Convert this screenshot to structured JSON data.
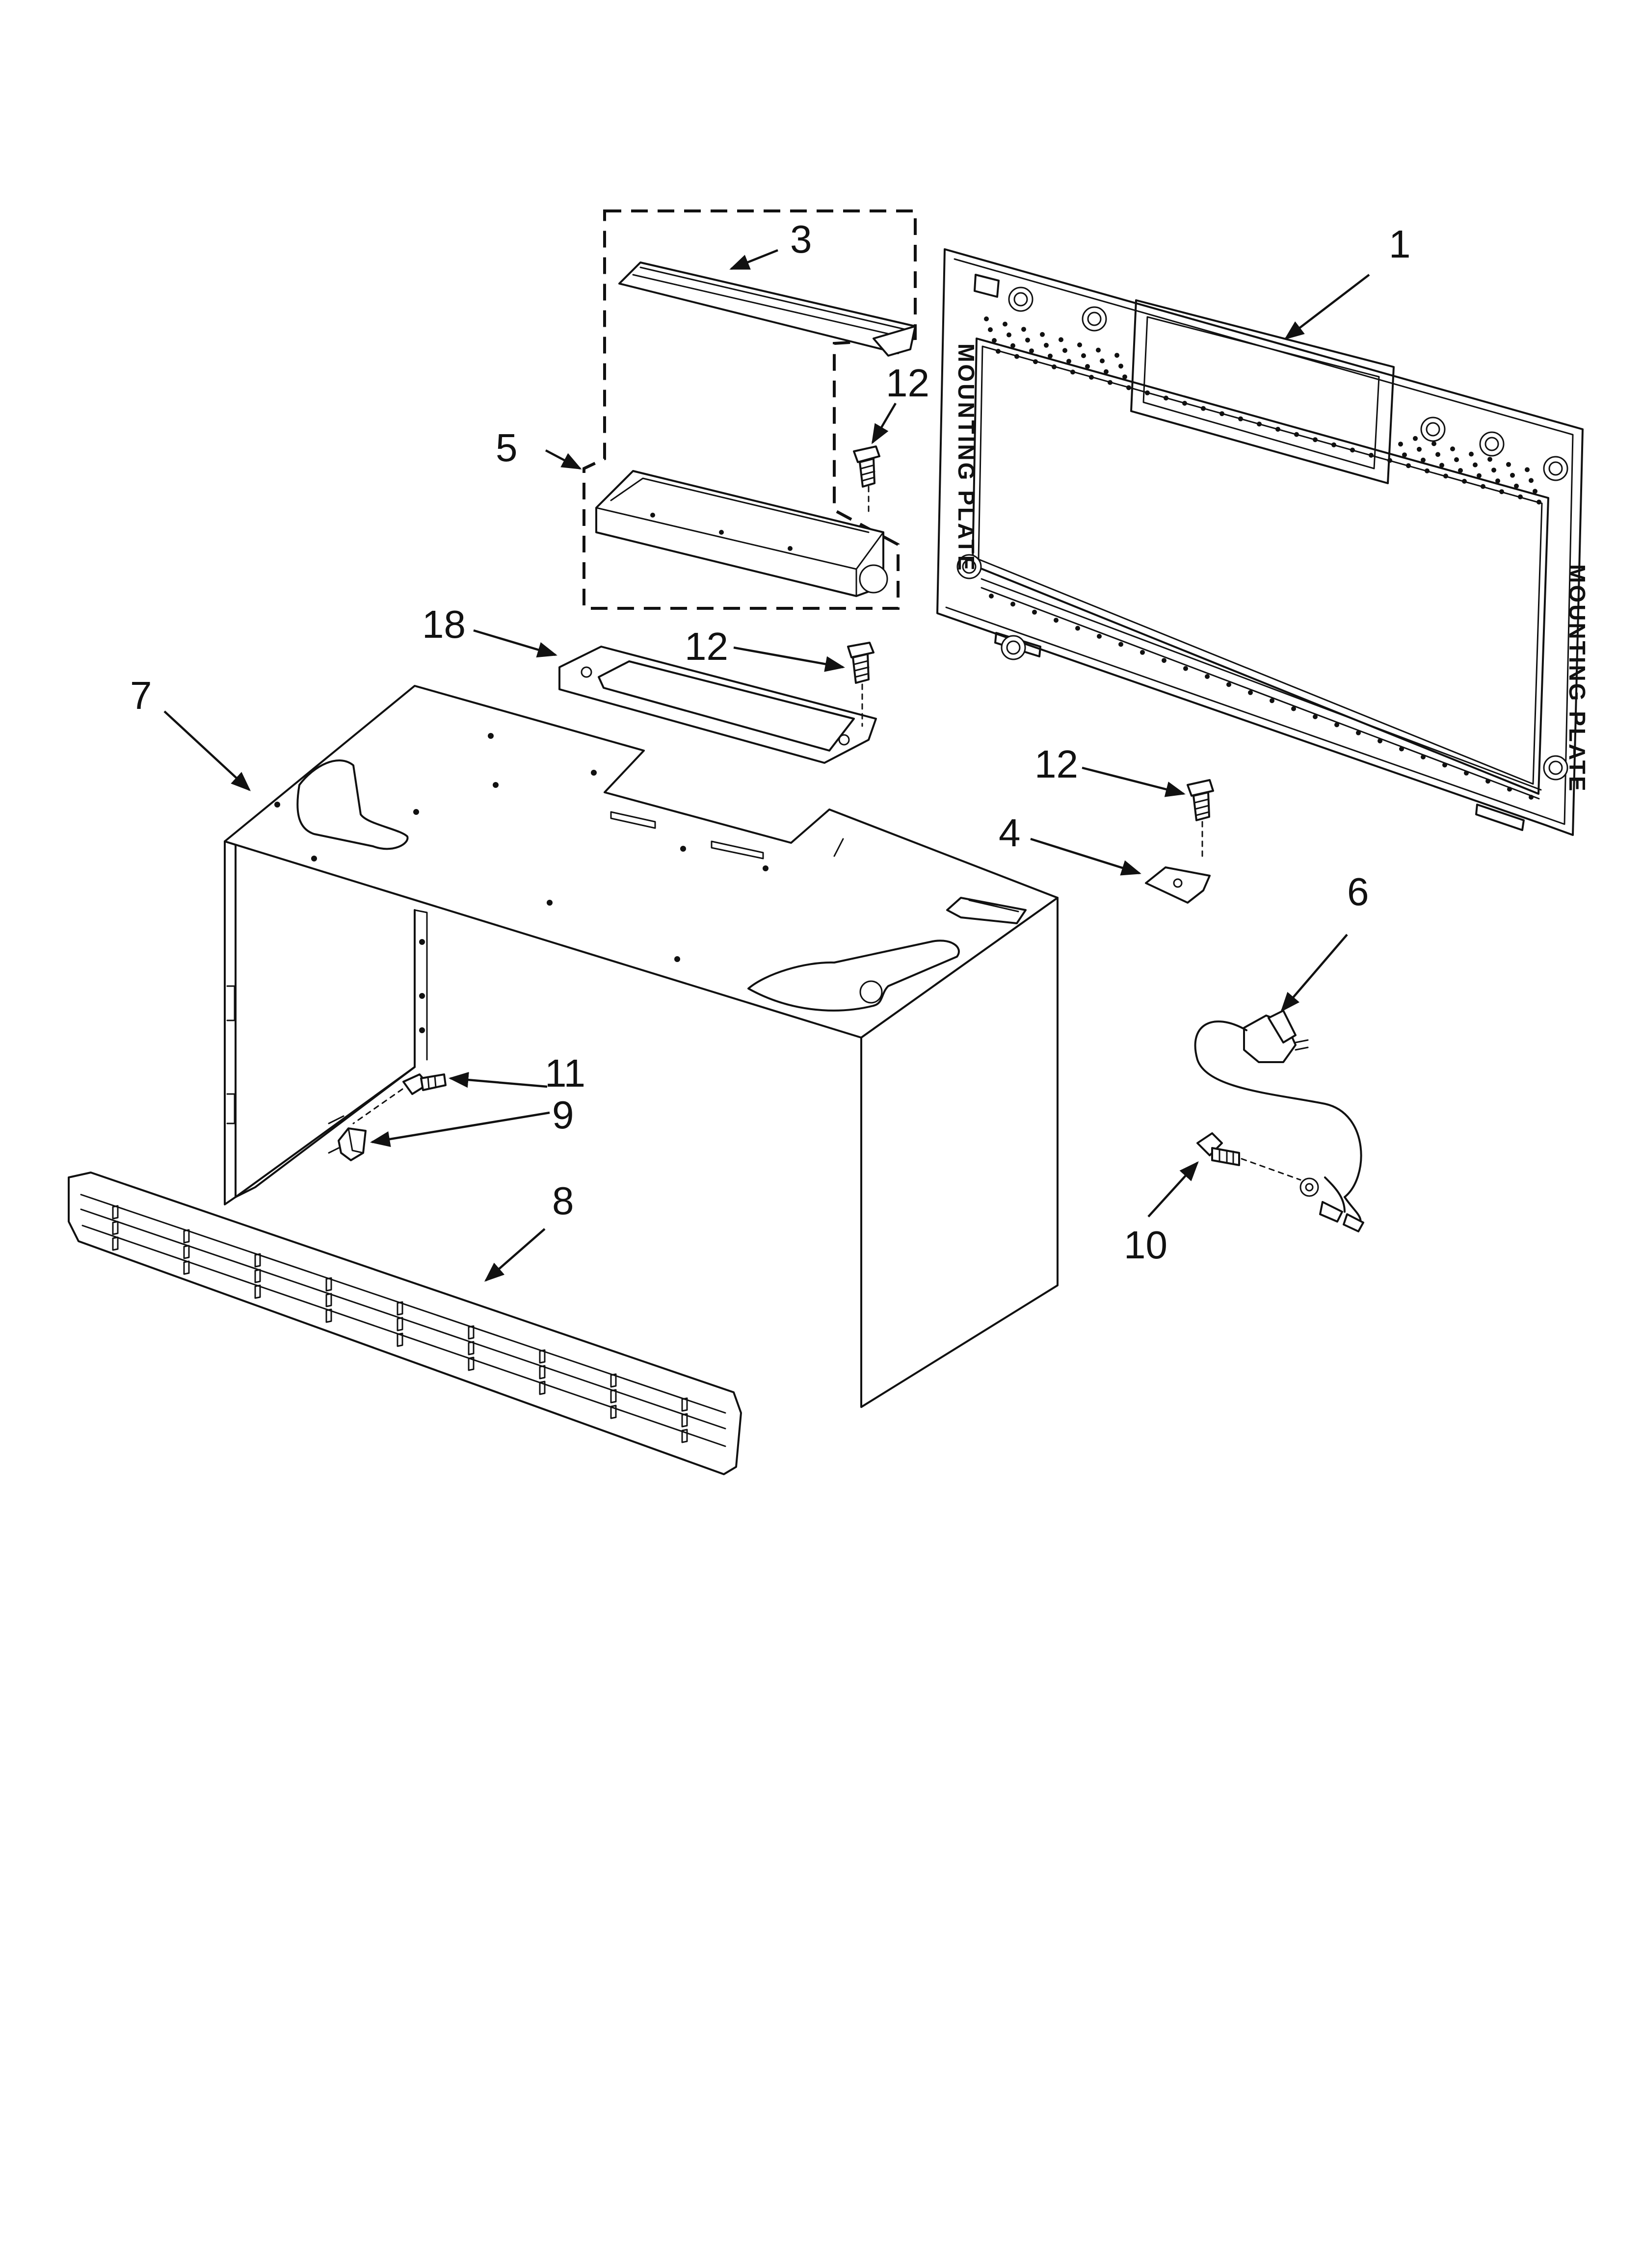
{
  "diagram": {
    "callouts": [
      {
        "id": "c1",
        "label": "1"
      },
      {
        "id": "c3",
        "label": "3"
      },
      {
        "id": "c5",
        "label": "5"
      },
      {
        "id": "c12a",
        "label": "12"
      },
      {
        "id": "c18",
        "label": "18"
      },
      {
        "id": "c12b",
        "label": "12"
      },
      {
        "id": "c7",
        "label": "7"
      },
      {
        "id": "c12c",
        "label": "12"
      },
      {
        "id": "c4",
        "label": "4"
      },
      {
        "id": "c6",
        "label": "6"
      },
      {
        "id": "c11",
        "label": "11"
      },
      {
        "id": "c9",
        "label": "9"
      },
      {
        "id": "c8",
        "label": "8"
      },
      {
        "id": "c10",
        "label": "10"
      }
    ],
    "plate_text": "MOUNTING PLATE"
  },
  "colors": {
    "line": "#111111",
    "background": "#ffffff"
  }
}
